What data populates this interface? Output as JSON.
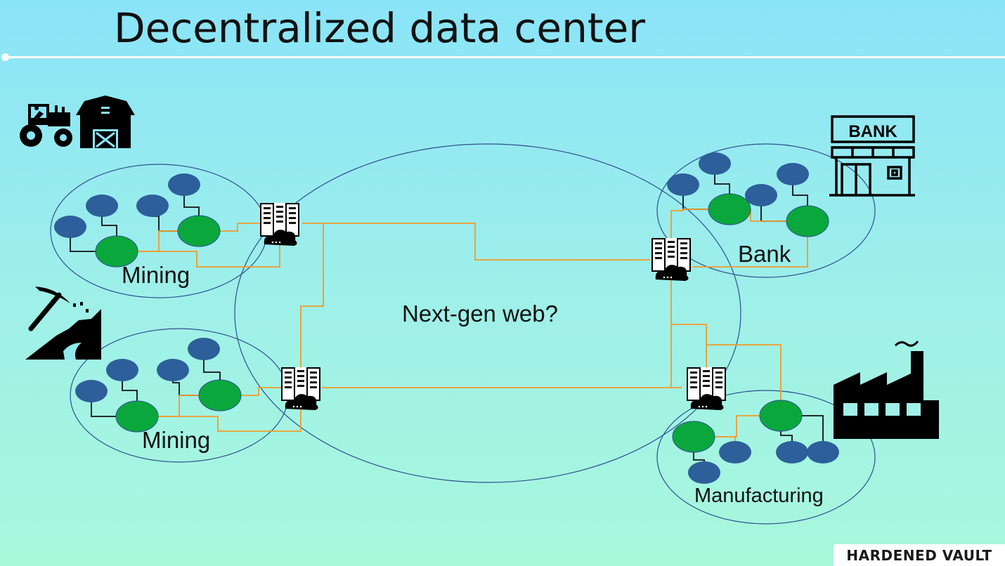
{
  "title": "Decentralized data center",
  "labels": {
    "mining_top": "Mining",
    "mining_bottom": "Mining",
    "bank": "Bank",
    "manufacturing": "Manufacturing",
    "center": "Next-gen web?"
  },
  "bank_sign": "BANK",
  "logo": "HARDENED VAULT",
  "colors": {
    "node_blue": "#2d5f9a",
    "node_green": "#0aa83c",
    "link_orange": "#f39a2a",
    "ellipse_stroke": "#2d4f8f"
  }
}
